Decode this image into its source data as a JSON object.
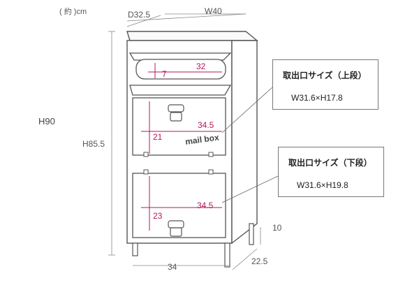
{
  "unit_note": "( 約 )cm",
  "dims": {
    "depth": "D32.5",
    "width": "W40",
    "total_height": "H90",
    "body_height": "H85.5",
    "leg_height": "10",
    "bottom_width": "34",
    "bottom_depth": "22.5"
  },
  "inner_dims": {
    "upper_slot_width": "32",
    "upper_slot_height": "7",
    "upper_door_width": "34.5",
    "upper_door_height": "21",
    "lower_door_width": "34.5",
    "lower_door_height": "23"
  },
  "door_logo": "mail box",
  "callouts": {
    "upper": {
      "title": "取出口サイズ（上段）",
      "size": "W31.6×H17.8"
    },
    "lower": {
      "title": "取出口サイズ（下段）",
      "size": "W31.6×H19.8"
    }
  },
  "colors": {
    "outline": "#555555",
    "accent": "#b5175e",
    "guide": "#888888"
  }
}
